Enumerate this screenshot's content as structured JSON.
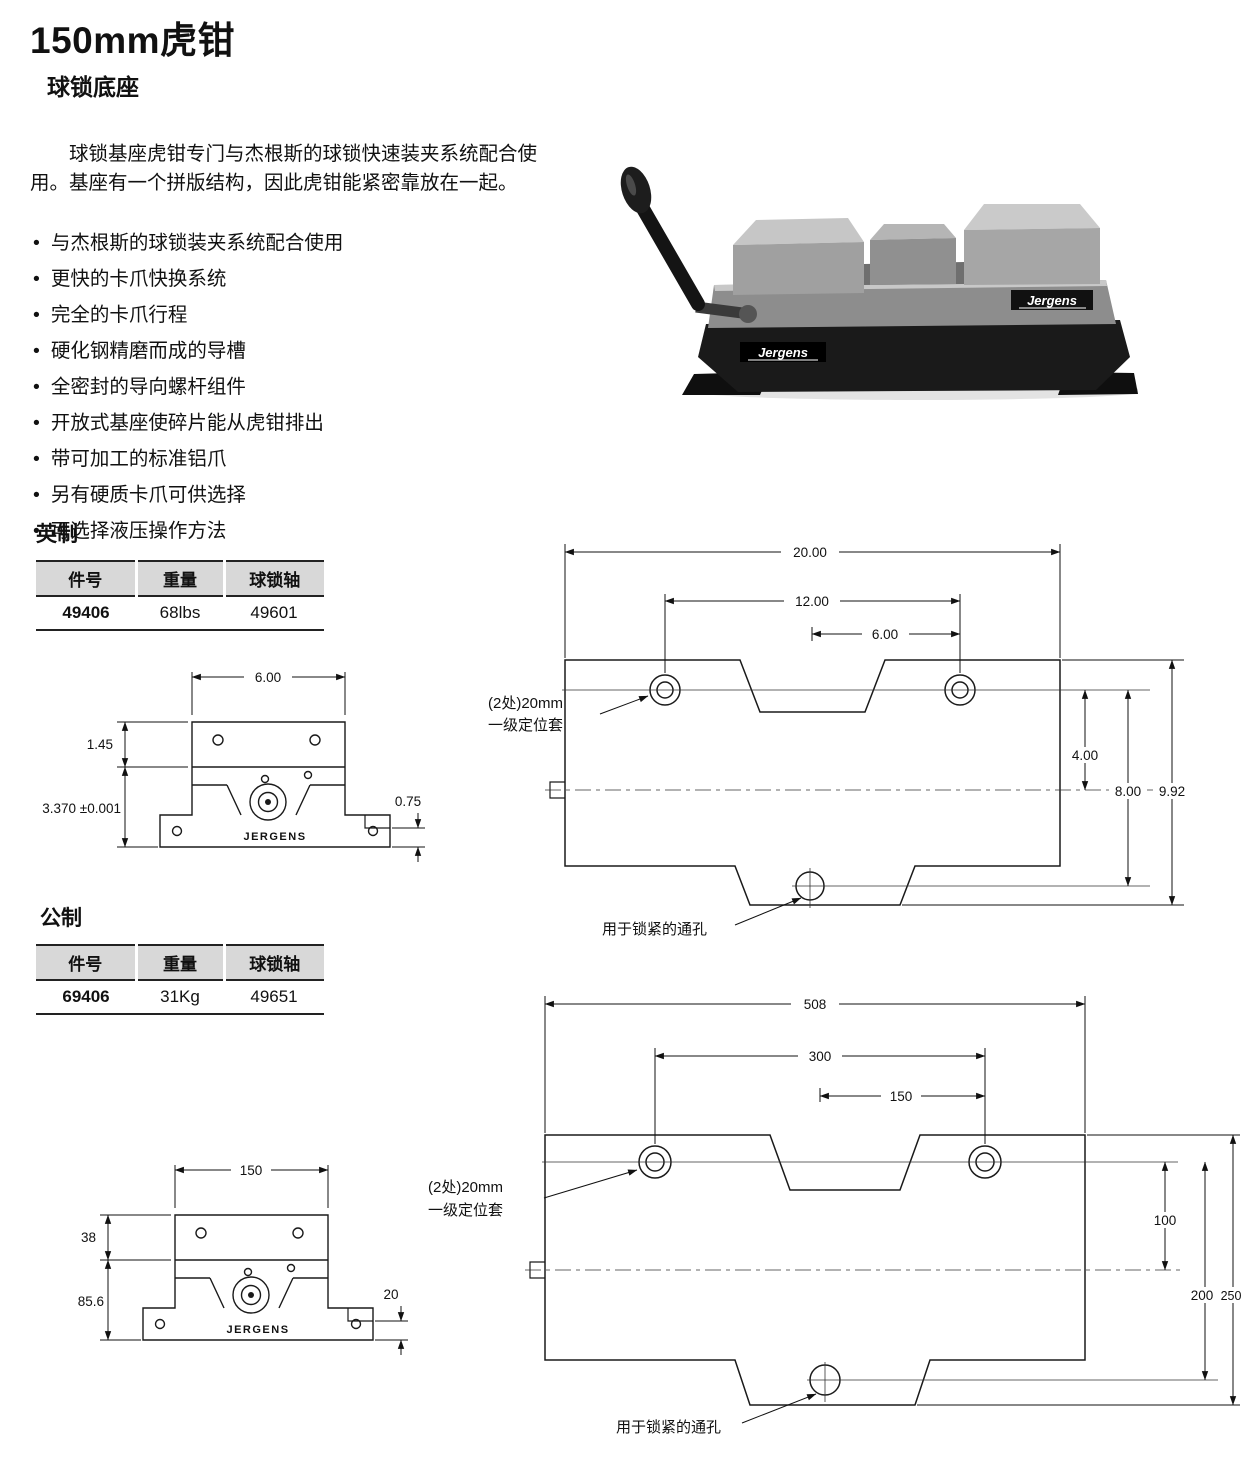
{
  "page": {
    "title_bold": "150",
    "title_rest": "mm虎钳",
    "subtitle": "球锁底座",
    "intro": "球锁基座虎钳专门与杰根斯的球锁快速装夹系统配合使用。基座有一个拼版结构，因此虎钳能紧密靠放在一起。",
    "bullets": [
      "与杰根斯的球锁装夹系统配合使用",
      "更快的卡爪快换系统",
      "完全的卡爪行程",
      "硬化钢精磨而成的导槽",
      "全密封的导向螺杆组件",
      "开放式基座使碎片能从虎钳排出",
      "带可加工的标准铝爪",
      "另有硬质卡爪可供选择",
      "可选择液压操作方法"
    ]
  },
  "photo": {
    "brand": "Jergens"
  },
  "imperial": {
    "section": "英制",
    "table": {
      "headers": [
        "件号",
        "重量",
        "球锁轴"
      ],
      "row": [
        "49406",
        "68lbs",
        "49601"
      ]
    },
    "side": {
      "w": "6.00",
      "h1": "1.45",
      "h2": "3.370 ±0.001",
      "flange": "0.75",
      "brand": "JERGENS"
    },
    "top": {
      "overall": "20.00",
      "span": "12.00",
      "half": "6.00",
      "v1": "4.00",
      "v2": "8.00",
      "v3": "9.92",
      "bushing_note_1": "(2处)20mm",
      "bushing_note_2": "一级定位套",
      "hole_note": "用于锁紧的通孔"
    }
  },
  "metric": {
    "section": "公制",
    "table": {
      "headers": [
        "件号",
        "重量",
        "球锁轴"
      ],
      "row": [
        "69406",
        "31Kg",
        "49651"
      ]
    },
    "side": {
      "w": "150",
      "h1": "38",
      "h2": "85.6",
      "flange": "20",
      "brand": "JERGENS"
    },
    "top": {
      "overall": "508",
      "span": "300",
      "half": "150",
      "v1": "100",
      "v2": "200",
      "v3": "250",
      "bushing_note_1": "(2处)20mm",
      "bushing_note_2": "一级定位套",
      "hole_note": "用于锁紧的通孔"
    }
  }
}
